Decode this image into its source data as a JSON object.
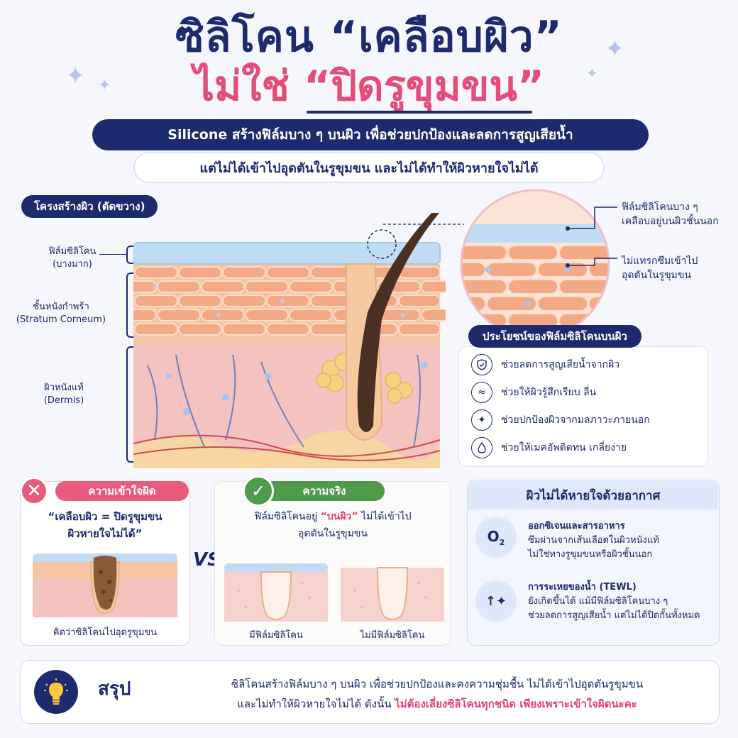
{
  "title": {
    "line1": "ซิลิโคน “เคลือบผิว”",
    "line2": "ไม่ใช่ “ปิดรูขุมขน”"
  },
  "subtitle": {
    "main": "Silicone สร้างฟิล์มบาง ๆ บนผิว เพื่อช่วยปกป้องและลดการสูญเสียน้ำ",
    "secondary": "แต่ไม่ได้เข้าไปอุดตันในรูขุมขน และไม่ได้ทำให้ผิวหายใจไม่ได้"
  },
  "structure": {
    "heading": "โครงสร้างผิว (ตัดขวาง)",
    "layers": [
      {
        "line1": "ฟิล์มซิลิโคน",
        "line2": "(บางมาก)"
      },
      {
        "line1": "ชั้นหนังกำพร้า",
        "line2": "(Stratum Corneum)"
      },
      {
        "line1": "ผิวหนังแท้",
        "line2": "(Dermis)"
      }
    ]
  },
  "callouts": [
    {
      "line1": "ฟิล์มซิลิโคนบาง ๆ",
      "line2": "เคลือบอยู่บนผิวชั้นนอก"
    },
    {
      "line1": "ไม่แทรกซึมเข้าไป",
      "line2": "อุดตันในรูขุมขน"
    }
  ],
  "benefits": {
    "heading": "ประโยชน์ของฟิล์มซิลิโคนบนผิว",
    "items": [
      {
        "icon": "shield-icon",
        "label": "ช่วยลดการสูญเสียน้ำจากผิว"
      },
      {
        "icon": "waves-icon",
        "label": "ช่วยให้ผิวรู้สึกเรียบ ลื่น"
      },
      {
        "icon": "sparkle-icon",
        "label": "ช่วยปกป้องผิวจากมลภาวะภายนอก"
      },
      {
        "icon": "drop-icon",
        "label": "ช่วยให้เมคอัพติดทน เกลี่ยง่าย"
      }
    ]
  },
  "myth": {
    "badge": "ความเข้าใจผิด",
    "quote_line1": "“เคลือบผิว = ปิดรูขุมขน",
    "quote_line2": "ผิวหายใจไม่ได้”",
    "caption": "คิดว่าซิลิโคนไปอุดรูขุมขน"
  },
  "vs": "VS",
  "fact": {
    "badge": "ความจริง",
    "text_before": "ฟิล์มซิลิโคนอยู่ ",
    "text_highlight": "“บนผิว”",
    "text_after": " ไม่ได้เข้าไป",
    "text_line2": "อุดตันในรูขุมขน",
    "caption_left": "มีฟิล์มซิลิโคน",
    "caption_right": "ไม่มีฟิล์มซิลิโคน"
  },
  "breathing": {
    "heading": "ผิวไม่ได้หายใจด้วยอากาศ",
    "items": [
      {
        "icon": "oxygen-icon",
        "title": "ออกซิเจนและสารอาหาร",
        "line1": "ซึมผ่านจากเส้นเลือดในผิวหนังแท้",
        "line2": "ไม่ใช่ทางรูขุมขนหรือผิวชั้นนอก",
        "line3": ""
      },
      {
        "icon": "evaporation-icon",
        "title": "การระเหยของน้ำ (TEWL)",
        "line1": "ยังเกิดขึ้นได้ แม้มีฟิล์มซิลิโคนบาง ๆ",
        "line2": "ช่วยลดการสูญเสียน้ำ แต่ไม่ได้ปิดกั้นทั้งหมด",
        "line3": ""
      }
    ]
  },
  "summary": {
    "title": "สรุป",
    "line1": "ซิลิโคนสร้างฟิล์มบาง ๆ บนผิว เพื่อช่วยปกป้องและคงความชุ่มชื้น ไม่ได้เข้าไปอุดตันรูขุมขน",
    "line2_plain": "และไม่ทำให้ผิวหายใจไม่ได้ ดังนั้น ",
    "line2_highlight": "ไม่ต้องเลี่ยงซิลิโคนทุกชนิด เพียงเพราะเข้าใจผิดนะคะ"
  },
  "colors": {
    "navy": "#1d2a6e",
    "pink": "#e44d78",
    "green": "#4f9a4c",
    "film": "#bfdcf4",
    "skin": "#f6c3a6"
  }
}
